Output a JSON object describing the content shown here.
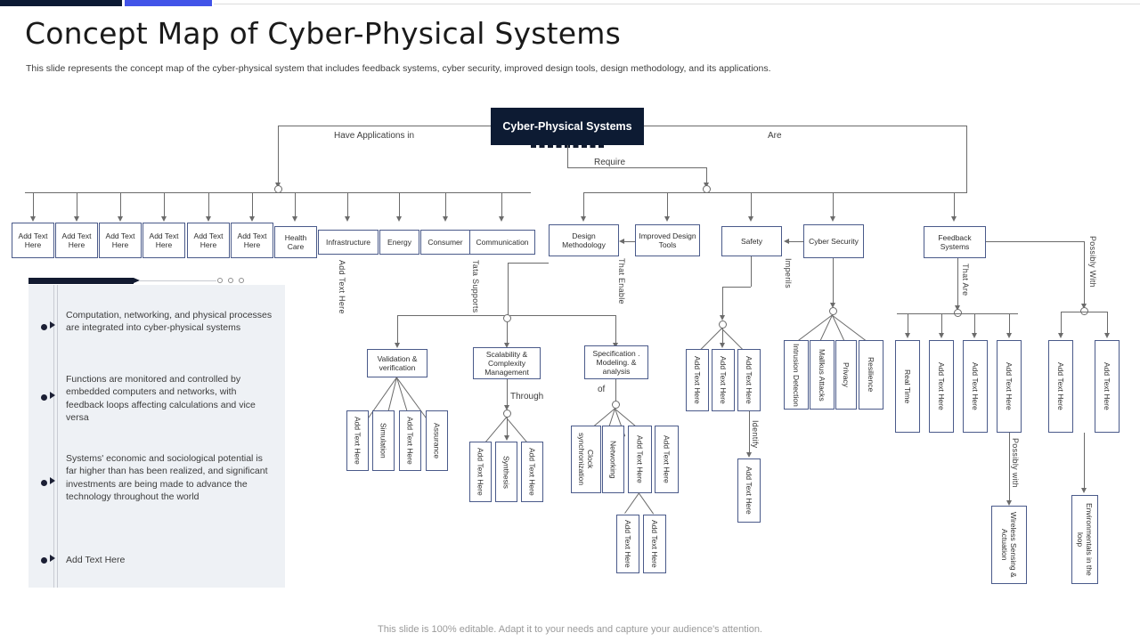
{
  "header": {
    "title": "Concept Map of Cyber-Physical Systems",
    "subtitle": "This slide represents the concept map of the cyber-physical system that includes feedback systems, cyber security, improved design tools, design methodology, and its applications."
  },
  "footer": {
    "note": "This slide is 100% editable. Adapt it to your needs and capture your audience's attention."
  },
  "diagram": {
    "root": "Cyber-Physical Systems",
    "edge_labels": {
      "applications": "Have Applications in",
      "require": "Require",
      "are": "Are",
      "add_text_here": "Add Text Here",
      "tata_supports": "Tata Supports",
      "that_enable": "That Enable",
      "imperils": "Imperils",
      "that_are": "That Are",
      "possibly_with_1": "Possibly With",
      "possibly_with_2": "Possibly with",
      "through": "Through",
      "of": "of",
      "identify": "Identify"
    },
    "applications": [
      "Add Text Here",
      "Add Text Here",
      "Add Text Here",
      "Add Text Here",
      "Add Text Here",
      "Add Text Here",
      "Health Care",
      "Infrastructure",
      "Energy",
      "Consumer",
      "Communication"
    ],
    "requirements": [
      "Design Methodology",
      "Improved Design Tools"
    ],
    "are_branch": [
      "Safety",
      "Cyber Security"
    ],
    "feedback": "Feedback Systems",
    "design_children": [
      "Validation & verification",
      "Scalability & Complexity Management",
      "Specification . Modeling. & analysis"
    ],
    "validation_children": [
      "Add Text Here",
      "Simulation",
      "Add Text Here",
      "Assurance"
    ],
    "scalability_children": [
      "Add Text Here",
      "Synthesis",
      "Add Text Here"
    ],
    "specification_children": [
      "Clock synchronization",
      "Networking",
      "Add Text Here",
      "Add Text Here"
    ],
    "specification_grandchildren": [
      "Add Text Here",
      "Add Text Here"
    ],
    "safety_children": [
      "Add Text Here",
      "Add Text Here",
      "Add Text Here"
    ],
    "safety_grandchild": "Add Text Here",
    "security_children": [
      "Intrusion Detection",
      "Mallkus Attacks",
      "Privacy",
      "Resilience"
    ],
    "feedback_children": [
      "Real Time",
      "Add Text Here",
      "Add Text Here",
      "Add Text Here"
    ],
    "feedback_grandchild": "Wireless Sensing & Actuation",
    "possibly_children": [
      "Add Text Here",
      "Add Text Here"
    ],
    "possibly_grandchild": "Environmentals in the loop"
  },
  "panel": {
    "bullets": [
      "Computation, networking, and physical processes are integrated into cyber-physical systems",
      "Functions are monitored and controlled by embedded computers and networks, with feedback loops affecting calculations and vice versa",
      "Systems' economic and sociological potential is far higher than has been realized, and significant investments are being made to advance the technology throughout the world",
      "Add Text Here"
    ]
  }
}
